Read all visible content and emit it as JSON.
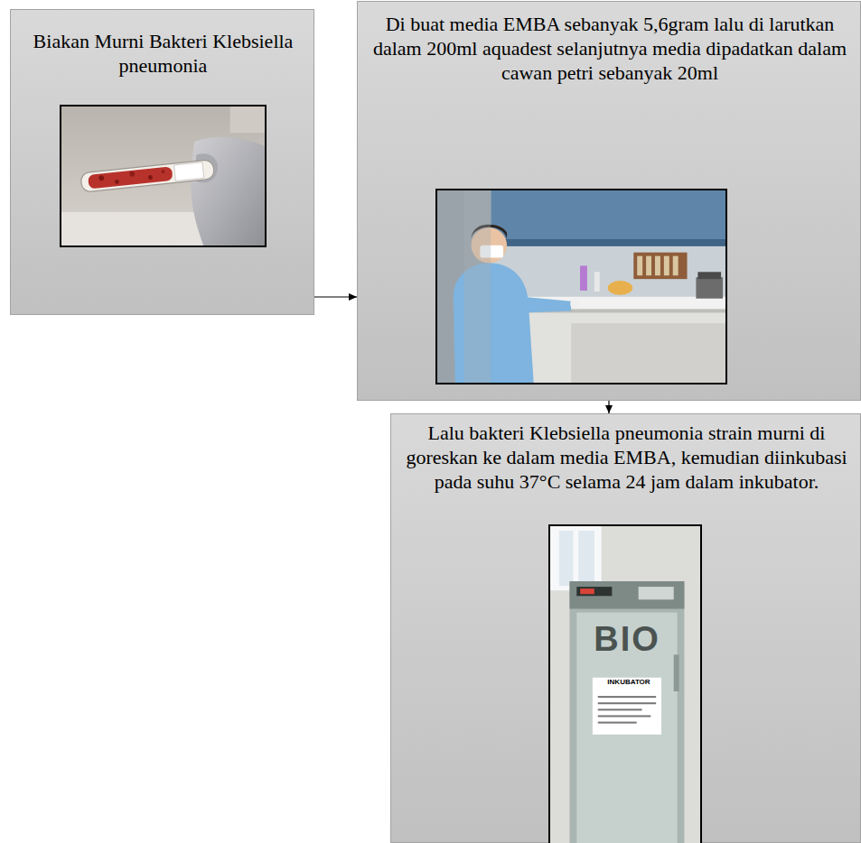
{
  "diagram": {
    "nodes": [
      {
        "text": [
          "Biakan Murni Bakteri Klebsiella pneumonia"
        ]
      },
      {
        "text": [
          "Di buat media EMBA sebanyak 5,6gram lalu di larutkan dalam 200ml aquadest selanjutnya media dipadatkan dalam cawan petri sebanyak 20ml"
        ]
      },
      {
        "text": [
          "Lalu bakteri Klebsiella pneumonia strain murni di goreskan ke dalam media EMBA, kemudian diinkubasi pada suhu 37°C selama 24 jam dalam inkubator."
        ]
      }
    ],
    "edges": [
      {
        "from": 0,
        "to": 1,
        "arrow": "to"
      },
      {
        "from": 1,
        "to": 2,
        "arrow": "to"
      }
    ],
    "labels": [
      "BIO",
      "INKUBATOR"
    ]
  }
}
